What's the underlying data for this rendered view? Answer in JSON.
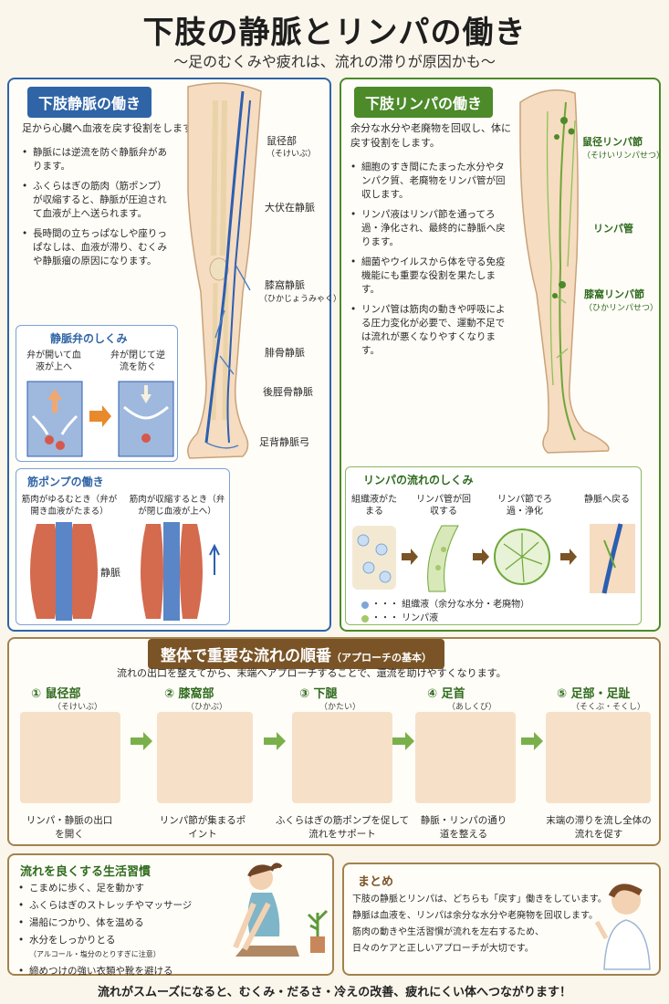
{
  "title": "下肢の静脈とリンパの働き",
  "subtitle": "〜足のむくみや疲れは、流れの滞りが原因かも〜",
  "vein": {
    "header": "下肢静脈の働き",
    "intro": "足から心臓へ血液を戻す役割をします。",
    "bullets": [
      "静脈には逆流を防ぐ静脈弁があります。",
      "ふくらはぎの筋肉（筋ポンプ）が収縮すると、静脈が圧迫されて血液が上へ送られます。",
      "長時間の立ちっぱなしや座りっぱなしは、血液が滞り、むくみや静脈瘤の原因になります。"
    ],
    "labels": {
      "sokei": "鼠径部",
      "sokei_r": "（そけいぶ）",
      "daifukuzai": "大伏在静脈",
      "shikka": "膝窩静脈",
      "shikka_r": "（ひかじょうみゃく）",
      "hikotsu": "腓骨静脈",
      "kokeikotsu": "後脛骨静脈",
      "sokuhai": "足背静脈弓"
    },
    "valve": {
      "title": "静脈弁のしくみ",
      "open": "弁が開いて血液が上へ",
      "closed": "弁が閉じて逆流を防ぐ"
    },
    "pump": {
      "title": "筋ポンプの働き",
      "relax": "筋肉がゆるむとき（弁が開き血液がたまる）",
      "contract": "筋肉が収縮するとき（弁が閉じ血液が上へ）",
      "vein_label": "静脈"
    }
  },
  "lymph": {
    "header": "下肢リンパの働き",
    "intro": "余分な水分や老廃物を回収し、体に戻す役割をします。",
    "bullets": [
      "細胞のすき間にたまった水分やタンパク質、老廃物をリンパ管が回収します。",
      "リンパ液はリンパ節を通ってろ過・浄化され、最終的に静脈へ戻ります。",
      "細菌やウイルスから体を守る免疫機能にも重要な役割を果たします。",
      "リンパ管は筋肉の動きや呼吸による圧力変化が必要で、運動不足では流れが悪くなりやすくなります。"
    ],
    "labels": {
      "sokei": "鼠径リンパ節",
      "sokei_r": "（そけいリンパせつ）",
      "kan": "リンパ管",
      "shikka": "膝窩リンパ節",
      "shikka_r": "（ひかリンパせつ）"
    },
    "flow": {
      "title": "リンパの流れのしくみ",
      "steps": [
        "組織液がたまる",
        "リンパ管が回収する",
        "リンパ節でろ過・浄化",
        "静脈へ戻る"
      ],
      "legend1": "・・・ 組織液（余分な水分・老廃物）",
      "legend2": "・・・ リンパ液"
    }
  },
  "order": {
    "title": "整体で重要な流れの順番",
    "title_sub": "（アプローチの基本）",
    "intro": "流れの出口を整えてから、末端へアプローチすることで、還流を助けやすくなります。",
    "steps": [
      {
        "num": "① 鼠径部",
        "reading": "（そけいぶ）",
        "caption": "リンパ・静脈の出口を開く"
      },
      {
        "num": "② 膝窩部",
        "reading": "（ひかぶ）",
        "caption": "リンパ節が集まるポイント"
      },
      {
        "num": "③ 下腿",
        "reading": "（かたい）",
        "caption": "ふくらはぎの筋ポンプを促して流れをサポート"
      },
      {
        "num": "④ 足首",
        "reading": "（あしくび）",
        "caption": "静脈・リンパの通り道を整える"
      },
      {
        "num": "⑤ 足部・足趾",
        "reading": "（そくぶ・そくし）",
        "caption": "末端の滞りを流し全体の流れを促す"
      }
    ]
  },
  "habits": {
    "title": "流れを良くする生活習慣",
    "items": [
      "こまめに歩く、足を動かす",
      "ふくらはぎのストレッチやマッサージ",
      "湯船につかり、体を温める",
      "水分をしっかりとる",
      "締めつけの強い衣類や靴を避ける"
    ],
    "note": "（アルコール・塩分のとりすぎに注意）"
  },
  "summary": {
    "title": "まとめ",
    "lines": [
      "下肢の静脈とリンパは、どちらも「戻す」働きをしています。",
      "静脈は血液を、リンパは余分な水分や老廃物を回収します。",
      "筋肉の動きや生活習慣が流れを左右するため、",
      "日々のケアと正しいアプローチが大切です。"
    ]
  },
  "footer": "流れがスムーズになると、むくみ・だるさ・冷えの改善、疲れにくい体へつながります！",
  "colors": {
    "blue": "#2f64a6",
    "green": "#4c8a2a",
    "brown": "#7a5426",
    "vein": "#2c5fb0",
    "lymph": "#6ea73a",
    "arrow": "#e8892b",
    "muscle": "#d46a4e"
  }
}
